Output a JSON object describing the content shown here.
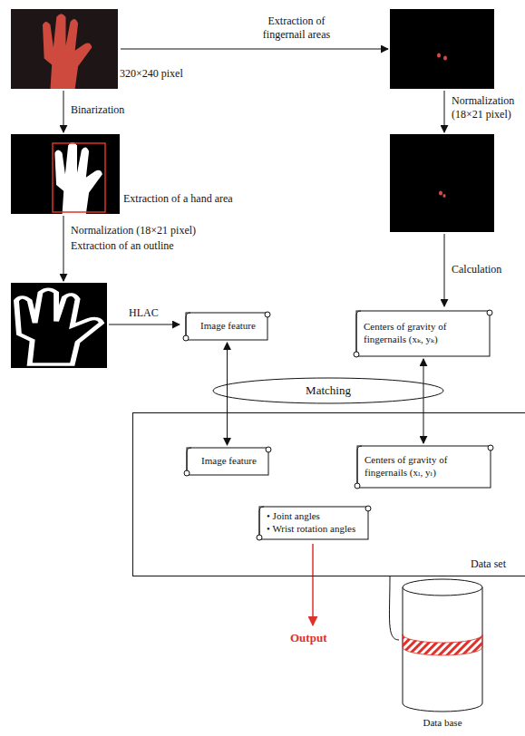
{
  "diagram": {
    "nodes": [
      {
        "text": [
          "Image feature"
        ]
      },
      {
        "text": [
          "Centers of gravity of fingernails (xₖ, yₖ)"
        ]
      },
      {
        "text": [
          "Matching"
        ]
      },
      {
        "text": [
          "Data set"
        ]
      },
      {
        "text": [
          "Image feature"
        ],
        "in": 3
      },
      {
        "text": [
          "Centers of gravity of fingernails (xₗ, yₗ)"
        ],
        "in": 3
      },
      {
        "text": [
          "• Joint angles",
          "• Wrist rotation angles"
        ],
        "in": 3
      },
      {
        "text": [
          "Data base"
        ]
      }
    ],
    "edges": [
      {
        "from": 0,
        "to": 4,
        "arrow": "both"
      },
      {
        "from": 1,
        "to": 5,
        "arrow": "both"
      },
      {
        "from": 3,
        "to": 7,
        "arrow": "none"
      }
    ],
    "labels": [
      "320×240 pixel",
      "Extraction of fingernail areas",
      "Binarization",
      "Extraction of a hand area",
      "Normalization (18×21 pixel)",
      "Extraction of an outline",
      "HLAC",
      "Normalization (18×21 pixel)",
      "Calculation",
      "Output"
    ]
  }
}
